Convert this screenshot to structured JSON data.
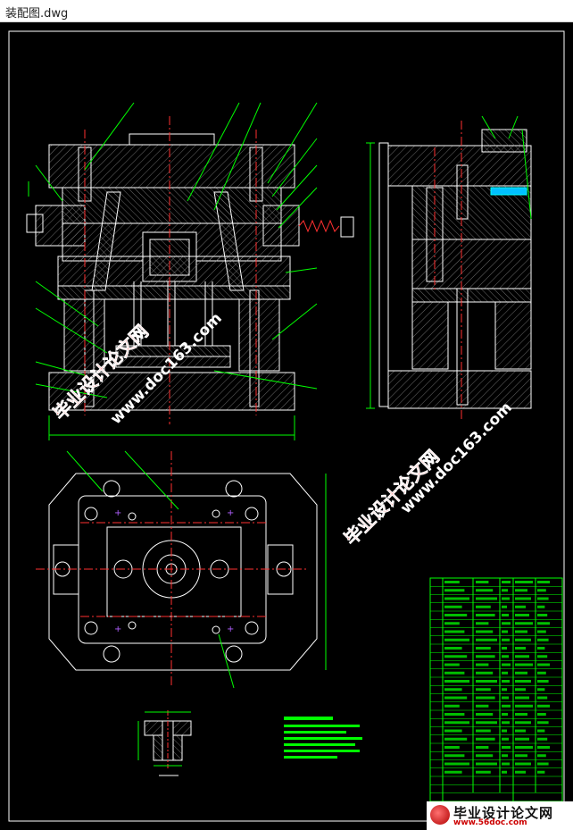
{
  "window": {
    "title": "装配图.dwg"
  },
  "watermark": {
    "site_name": "毕业设计论文网",
    "site_url": "www.doc163.com"
  },
  "badge": {
    "name": "毕业设计论文网",
    "url": "www.56doc.com"
  },
  "colors": {
    "background": "#000000",
    "outline": "#ffffff",
    "leader": "#00ff00",
    "centerline": "#ff3030",
    "watermark": "#ff3030",
    "hatch": "#a0a0a0"
  }
}
